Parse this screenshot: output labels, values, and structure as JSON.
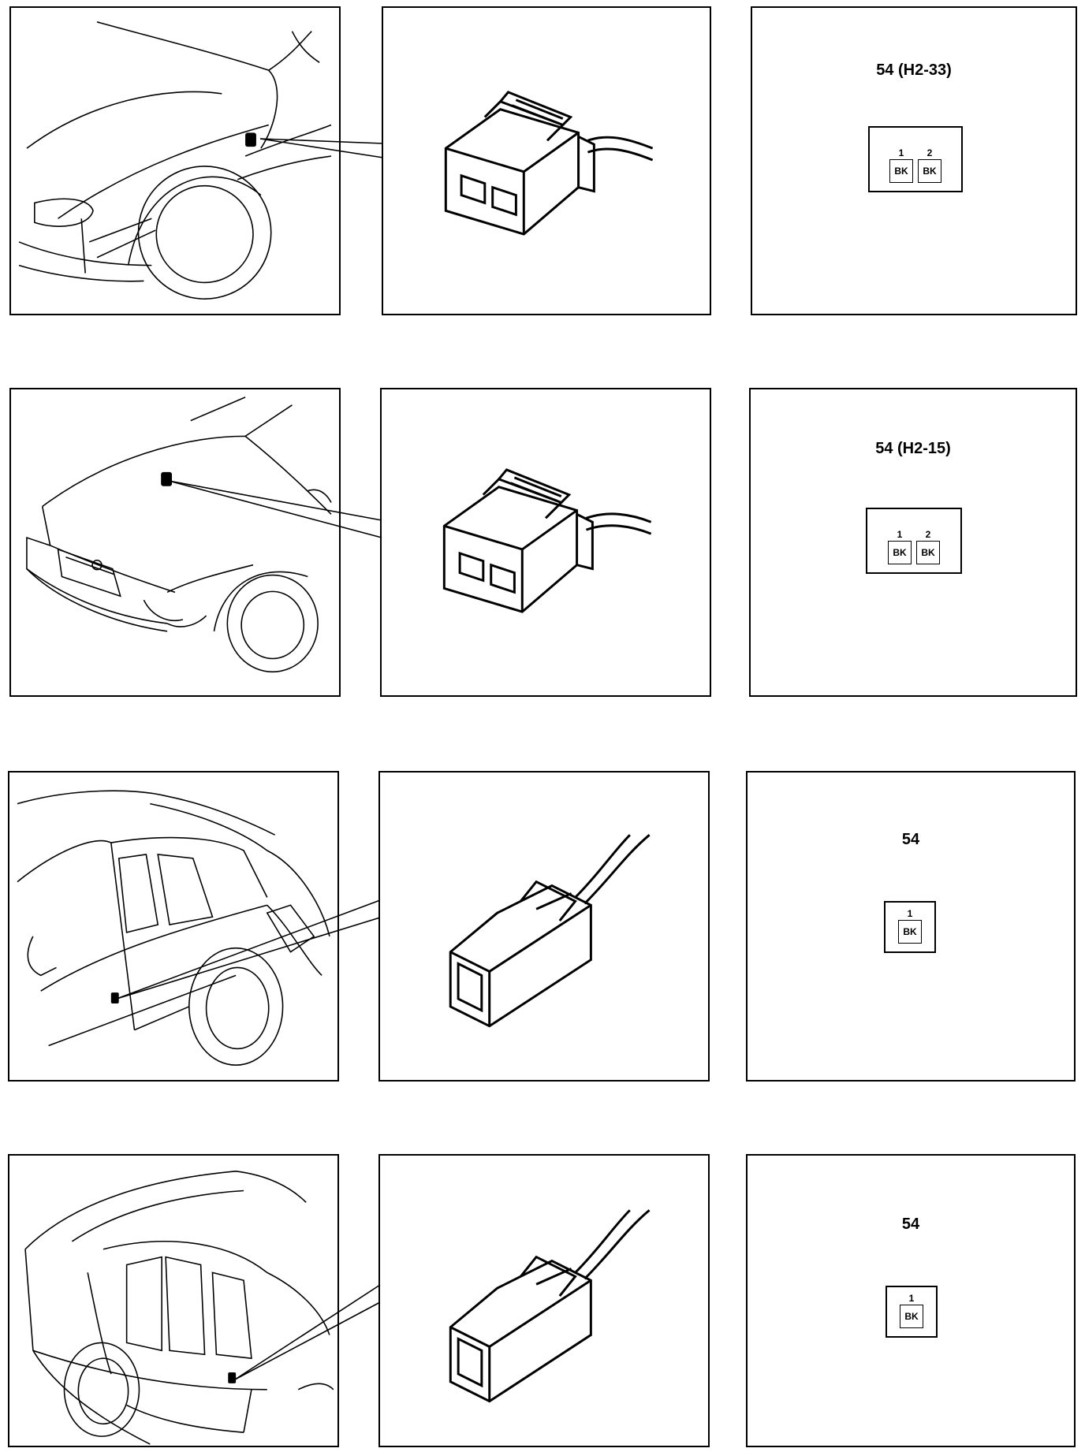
{
  "rows": [
    {
      "label": "54 (H2-33)",
      "pins": [
        {
          "num": "1",
          "color": "BK"
        },
        {
          "num": "2",
          "color": "BK"
        }
      ]
    },
    {
      "label": "54 (H2-15)",
      "pins": [
        {
          "num": "1",
          "color": "BK"
        },
        {
          "num": "2",
          "color": "BK"
        }
      ]
    },
    {
      "label": "54",
      "pins": [
        {
          "num": "1",
          "color": "BK"
        }
      ]
    },
    {
      "label": "54",
      "pins": [
        {
          "num": "1",
          "color": "BK"
        }
      ]
    }
  ]
}
